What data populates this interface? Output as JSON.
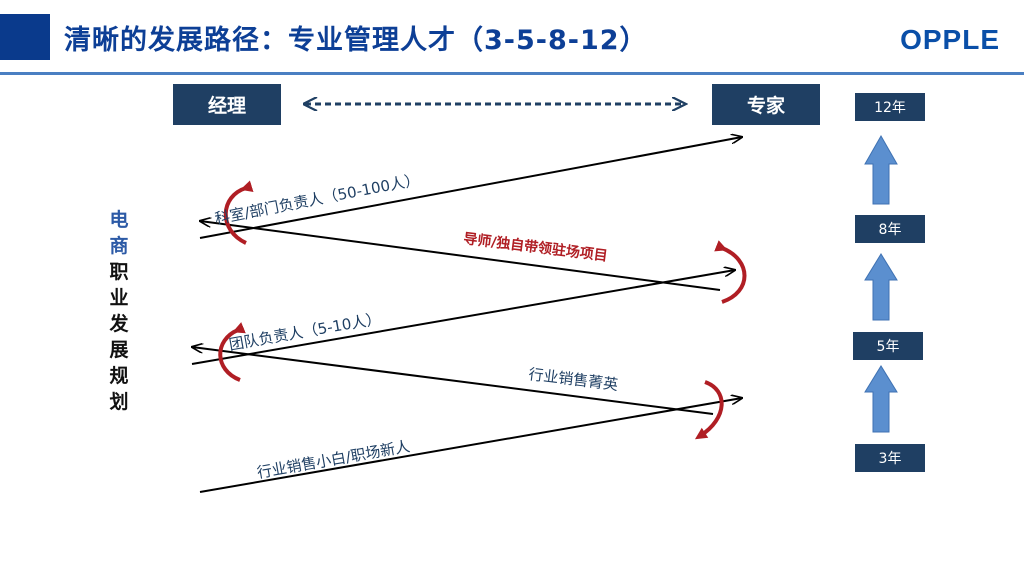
{
  "header": {
    "title": "清晰的发展路径：专业管理人才（3-5-8-12）",
    "logo": "OPPLE"
  },
  "tracks": {
    "manager": "经理",
    "expert": "专家"
  },
  "side_label": {
    "part1": "电商",
    "part2": "职业发展规划"
  },
  "levels": {
    "dept_head": "科室/部门负责人（50-100人）",
    "mentor": "导师/独自带领驻场项目",
    "team_head": "团队负责人（5-10人）",
    "elite": "行业销售菁英",
    "newcomer": "行业销售小白/职场新人"
  },
  "years": [
    "12年",
    "8年",
    "5年",
    "3年"
  ],
  "colors": {
    "primary": "#1f3f63",
    "title": "#0d3f96",
    "accent_red": "#b01e24",
    "arrow_blue": "#5b8fcf"
  }
}
